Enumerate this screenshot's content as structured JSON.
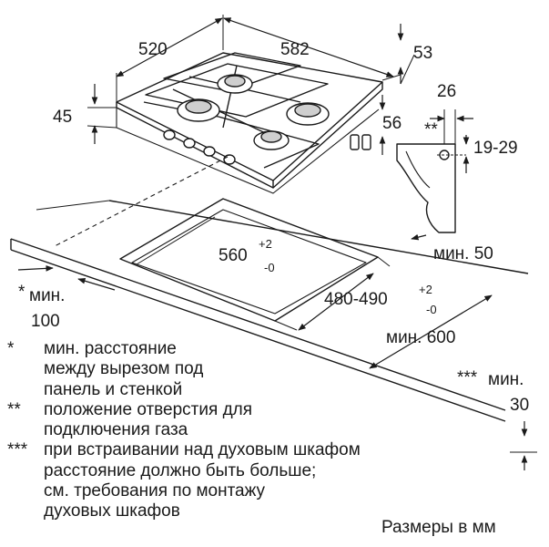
{
  "dimensions": {
    "hob_depth": "520",
    "hob_width": "582",
    "hob_height": "45",
    "top_offset": "53",
    "side_height": "56",
    "gas_pipe_offset": "26",
    "gas_pipe_marker": "**",
    "gas_pipe_range": "19-29",
    "cutout_width": "560",
    "cutout_width_tol_plus": "+2",
    "cutout_width_tol_minus": "-0",
    "cutout_depth": "480-490",
    "cutout_depth_tol_plus": "+2",
    "cutout_depth_tol_minus": "-0",
    "min_back": "мин. 50",
    "min_side_marker": "*",
    "min_side_label": "мин.",
    "min_side_value": "100",
    "min_worktop_depth": "мин. 600",
    "min_oven_marker": "***",
    "min_oven_label": "мин.",
    "min_oven_value": "30"
  },
  "legend": [
    {
      "mark": "*",
      "lines": [
        "мин. расстояние",
        "между вырезом под",
        "панель и стенкой"
      ]
    },
    {
      "mark": "**",
      "lines": [
        "положение отверстия для",
        "подключения газа"
      ]
    },
    {
      "mark": "***",
      "lines": [
        "при встраивании над духовым шкафом",
        "расстояние должно быть больше;",
        "см. требования по монтажу",
        "духовых шкафов"
      ]
    }
  ],
  "units_note": "Размеры в мм",
  "colors": {
    "line": "#1a1a1a",
    "background": "#ffffff"
  }
}
